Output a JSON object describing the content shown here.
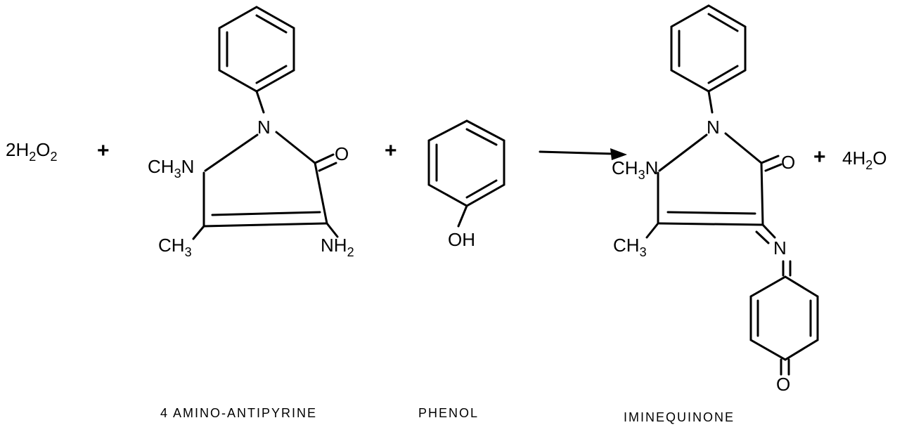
{
  "reactants": {
    "peroxide": {
      "text": "2H",
      "sub1": "2",
      "mid": "O",
      "sub2": "2"
    },
    "aminoantipyrine": {
      "n_methyl": {
        "text": "CH",
        "sub": "3",
        "tail": "N"
      },
      "n_phenyl": "N",
      "carbonyl_o": "O",
      "c_methyl": {
        "text": "CH",
        "sub": "3"
      },
      "amine": {
        "text": "NH",
        "sub": "2"
      },
      "caption": "4 AMINO-ANTIPYRINE"
    },
    "phenol": {
      "hydroxyl": "OH",
      "caption": "PHENOL"
    }
  },
  "operators": {
    "plus": "+"
  },
  "product": {
    "n_methyl": {
      "text": "CH",
      "sub": "3",
      "tail": "N"
    },
    "n_phenyl": "N",
    "carbonyl_o": "O",
    "c_methyl": {
      "text": "CH",
      "sub": "3"
    },
    "imine_n": "N",
    "quinone_o": "O",
    "caption": "IMINEQUINONE"
  },
  "water": {
    "text": "4H",
    "sub": "2",
    "tail": "O"
  }
}
